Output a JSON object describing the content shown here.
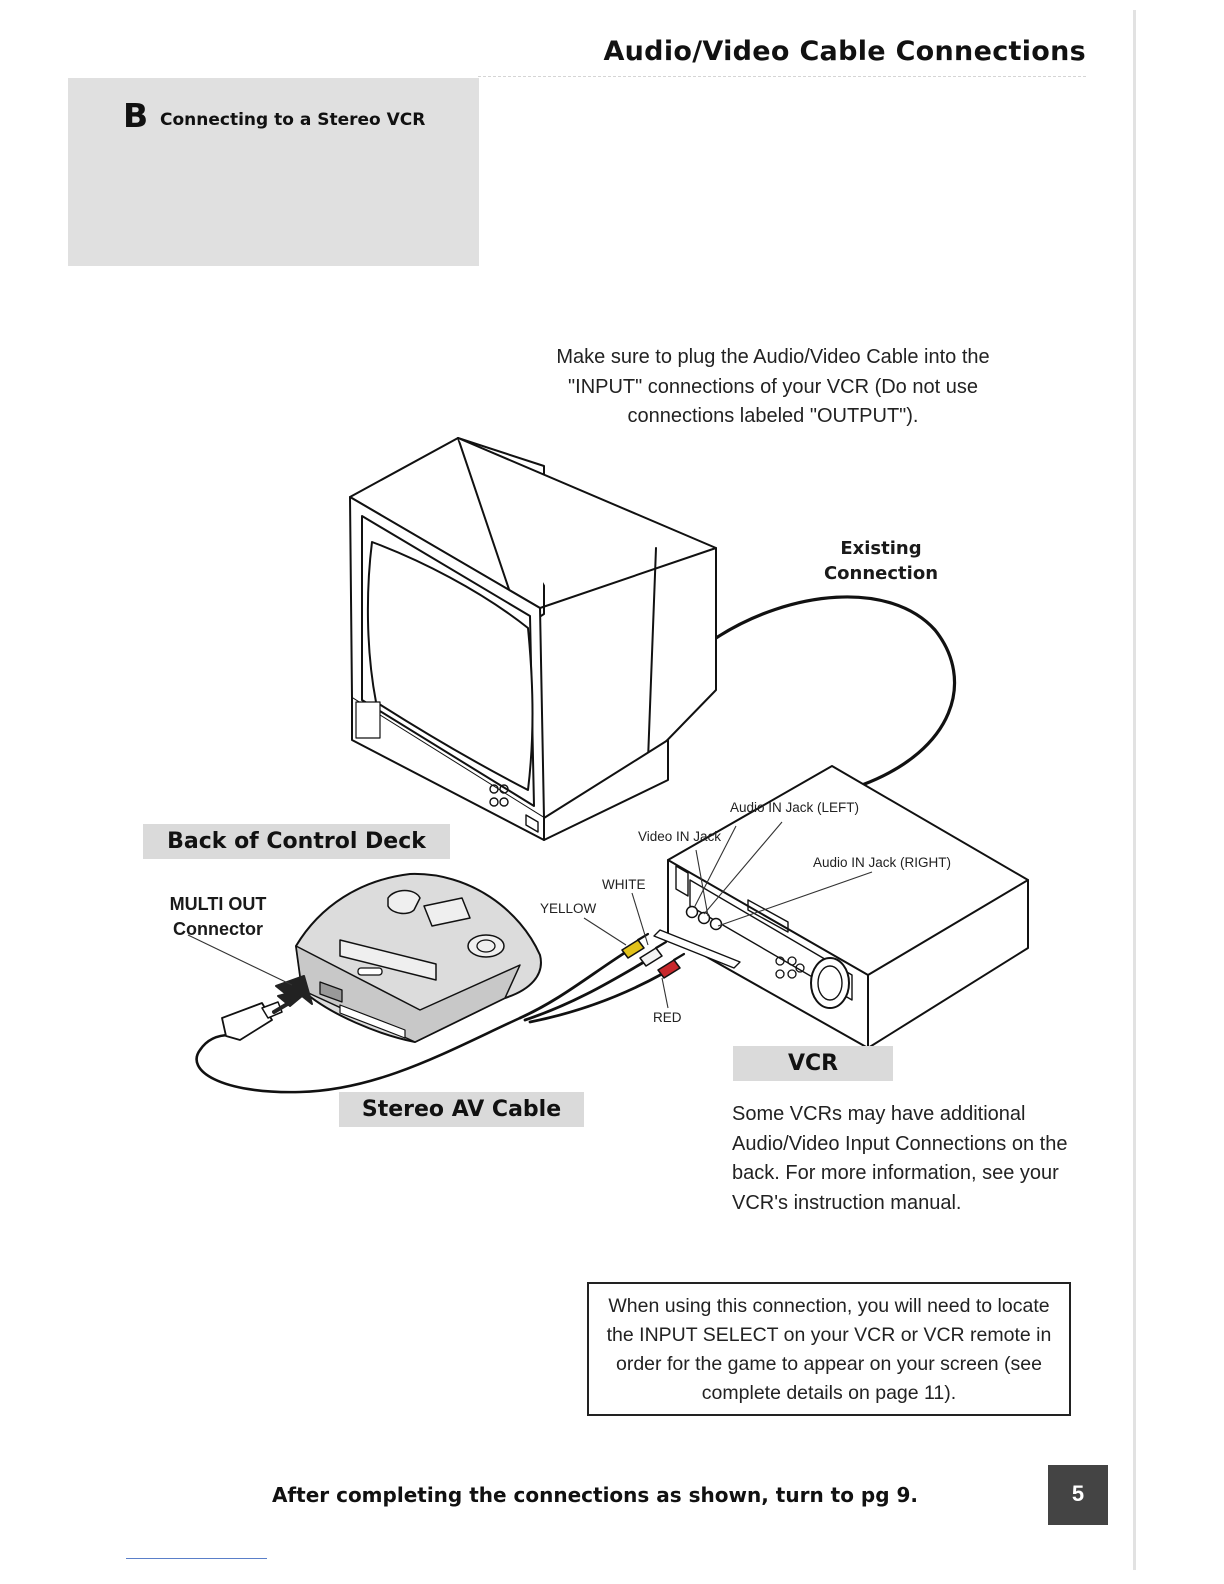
{
  "header": {
    "title": "Audio/Video Cable Connections"
  },
  "section": {
    "letter": "B",
    "title": "Connecting to a Stereo VCR"
  },
  "intro_text": "Make sure to plug the Audio/Video Cable into the \"INPUT\" connections of your VCR (Do not use connections labeled \"OUTPUT\").",
  "diagram": {
    "existing_connection": [
      "Existing",
      "Connection"
    ],
    "back_of_control_deck": "Back of Control Deck",
    "multi_out": [
      "MULTI OUT",
      "Connector"
    ],
    "stereo_av_cable": "Stereo AV Cable",
    "vcr_label": "VCR",
    "jacks": {
      "audio_left": "Audio IN Jack (LEFT)",
      "video_in": "Video IN Jack",
      "audio_right": "Audio IN Jack (RIGHT)"
    },
    "plugs": {
      "yellow": "YELLOW",
      "white": "WHITE",
      "red": "RED"
    },
    "colors": {
      "yellow": "#e2c21a",
      "white": "#f4f4f4",
      "red": "#c8282c"
    }
  },
  "vcr_note": "Some VCRs may have additional Audio/Video Input Connections on the back. For more information, see your VCR's instruction manual.",
  "input_select_note": "When using this connection, you will need to locate the INPUT SELECT on your VCR or VCR remote in order for the game to appear on your screen (see complete details on page 11).",
  "footer": {
    "instruction": "After completing the connections as shown, turn to pg 9.",
    "page_number": "5"
  }
}
